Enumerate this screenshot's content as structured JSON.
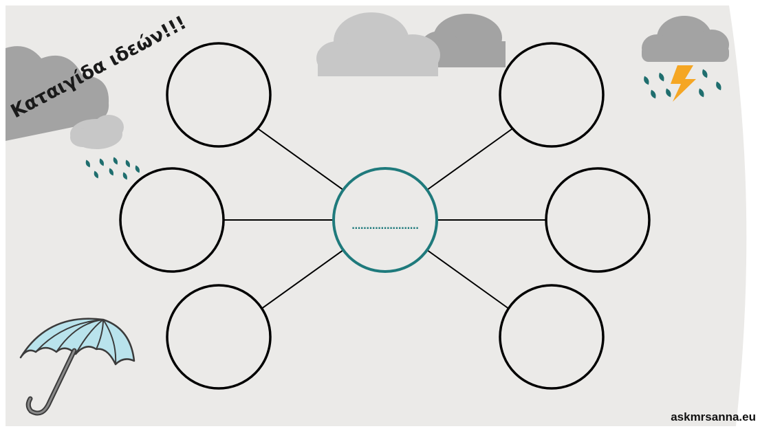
{
  "title": "Καταιγίδα ιδεών!!!",
  "central_node": {
    "placeholder": "......................."
  },
  "nodes": [
    {
      "position": "top-left"
    },
    {
      "position": "top-right"
    },
    {
      "position": "middle-left"
    },
    {
      "position": "middle-right"
    },
    {
      "position": "bottom-left"
    },
    {
      "position": "bottom-right"
    }
  ],
  "watermark": "askmrsanna.eu",
  "colors": {
    "background": "#ebeae8",
    "node_outline": "#000000",
    "central_outline": "#1f7a7c",
    "connector": "#000000",
    "cloud_dark": "#a3a3a3",
    "cloud_light": "#c7c7c7",
    "raindrop": "#1f6e6e",
    "lightning": "#f5a623",
    "umbrella_canopy": "#b9e3ec",
    "umbrella_outline": "#3b3b3b"
  },
  "icons": [
    "cloud-icon",
    "rain-cloud-icon",
    "storm-cloud-icon",
    "lightning-icon",
    "umbrella-icon"
  ]
}
